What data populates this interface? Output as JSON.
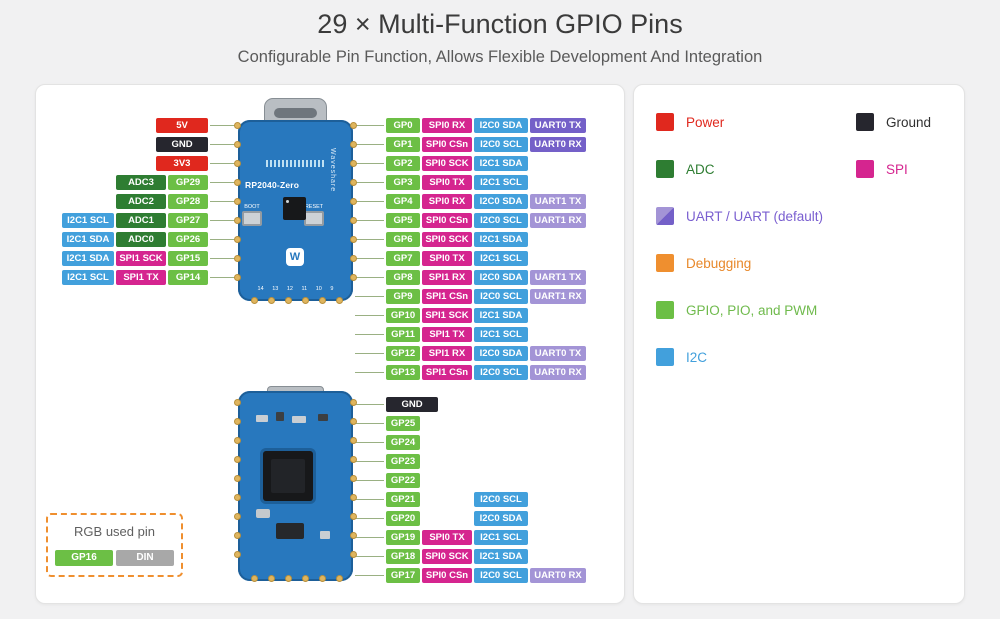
{
  "page": {
    "title": "29 × Multi-Function GPIO Pins",
    "subtitle": "Configurable Pin Function, Allows Flexible Development And Integration"
  },
  "colors": {
    "power": "#e0281e",
    "ground": "#26262e",
    "adc": "#2e7d32",
    "gpio": "#6cbf45",
    "spi": "#d5258f",
    "i2c": "#42a0dc",
    "uart": "#a394d6",
    "uartd": "#7460c8",
    "debug": "#ef8f2f",
    "gray": "#a8a8a8"
  },
  "board": {
    "model": "RP2040-Zero",
    "brand": "Waveshare",
    "boot": "BOOT",
    "reset": "RESET",
    "logo": "W",
    "bottom_numbers": "14 13 12 11 10 9"
  },
  "left_rows": [
    [
      [
        "5V",
        "power"
      ]
    ],
    [
      [
        "GND",
        "ground"
      ]
    ],
    [
      [
        "3V3",
        "power"
      ]
    ],
    [
      [
        "ADC3",
        "adc"
      ],
      [
        "GP29",
        "gpio"
      ]
    ],
    [
      [
        "ADC2",
        "adc"
      ],
      [
        "GP28",
        "gpio"
      ]
    ],
    [
      [
        "I2C1 SCL",
        "i2c"
      ],
      [
        "ADC1",
        "adc"
      ],
      [
        "GP27",
        "gpio"
      ]
    ],
    [
      [
        "I2C1 SDA",
        "i2c"
      ],
      [
        "ADC0",
        "adc"
      ],
      [
        "GP26",
        "gpio"
      ]
    ],
    [
      [
        "I2C1 SDA",
        "i2c"
      ],
      [
        "SPI1 SCK",
        "spi"
      ],
      [
        "GP15",
        "gpio"
      ]
    ],
    [
      [
        "I2C1 SCL",
        "i2c"
      ],
      [
        "SPI1 TX",
        "spi"
      ],
      [
        "GP14",
        "gpio"
      ]
    ]
  ],
  "right_rows_top": [
    [
      [
        "GP0",
        "gpio"
      ],
      [
        "SPI0 RX",
        "spi"
      ],
      [
        "I2C0 SDA",
        "i2c"
      ],
      [
        "UART0 TX",
        "uartd"
      ]
    ],
    [
      [
        "GP1",
        "gpio"
      ],
      [
        "SPI0 CSn",
        "spi"
      ],
      [
        "I2C0 SCL",
        "i2c"
      ],
      [
        "UART0 RX",
        "uartd"
      ]
    ],
    [
      [
        "GP2",
        "gpio"
      ],
      [
        "SPI0 SCK",
        "spi"
      ],
      [
        "I2C1 SDA",
        "i2c"
      ]
    ],
    [
      [
        "GP3",
        "gpio"
      ],
      [
        "SPI0 TX",
        "spi"
      ],
      [
        "I2C1 SCL",
        "i2c"
      ]
    ],
    [
      [
        "GP4",
        "gpio"
      ],
      [
        "SPI0 RX",
        "spi"
      ],
      [
        "I2C0 SDA",
        "i2c"
      ],
      [
        "UART1 TX",
        "uart"
      ]
    ],
    [
      [
        "GP5",
        "gpio"
      ],
      [
        "SPI0 CSn",
        "spi"
      ],
      [
        "I2C0 SCL",
        "i2c"
      ],
      [
        "UART1 RX",
        "uart"
      ]
    ],
    [
      [
        "GP6",
        "gpio"
      ],
      [
        "SPI0 SCK",
        "spi"
      ],
      [
        "I2C1 SDA",
        "i2c"
      ]
    ],
    [
      [
        "GP7",
        "gpio"
      ],
      [
        "SPI0 TX",
        "spi"
      ],
      [
        "I2C1 SCL",
        "i2c"
      ]
    ],
    [
      [
        "GP8",
        "gpio"
      ],
      [
        "SPI1 RX",
        "spi"
      ],
      [
        "I2C0 SDA",
        "i2c"
      ],
      [
        "UART1 TX",
        "uart"
      ]
    ],
    [
      [
        "GP9",
        "gpio"
      ],
      [
        "SPI1 CSn",
        "spi"
      ],
      [
        "I2C0 SCL",
        "i2c"
      ],
      [
        "UART1 RX",
        "uart"
      ]
    ],
    [
      [
        "GP10",
        "gpio"
      ],
      [
        "SPI1 SCK",
        "spi"
      ],
      [
        "I2C1 SDA",
        "i2c"
      ]
    ],
    [
      [
        "GP11",
        "gpio"
      ],
      [
        "SPI1 TX",
        "spi"
      ],
      [
        "I2C1 SCL",
        "i2c"
      ]
    ],
    [
      [
        "GP12",
        "gpio"
      ],
      [
        "SPI1 RX",
        "spi"
      ],
      [
        "I2C0 SDA",
        "i2c"
      ],
      [
        "UART0 TX",
        "uart"
      ]
    ],
    [
      [
        "GP13",
        "gpio"
      ],
      [
        "SPI1 CSn",
        "spi"
      ],
      [
        "I2C0 SCL",
        "i2c"
      ],
      [
        "UART0 RX",
        "uart"
      ]
    ]
  ],
  "right_rows_bottom": [
    [
      [
        "GND",
        "ground"
      ]
    ],
    [
      [
        "GP25",
        "gpio"
      ]
    ],
    [
      [
        "GP24",
        "gpio"
      ]
    ],
    [
      [
        "GP23",
        "gpio"
      ]
    ],
    [
      [
        "GP22",
        "gpio"
      ]
    ],
    [
      [
        "GP21",
        "gpio"
      ],
      [
        "I2C0 SCL",
        "i2c"
      ]
    ],
    [
      [
        "GP20",
        "gpio"
      ],
      [
        "I2C0 SDA",
        "i2c"
      ]
    ],
    [
      [
        "GP19",
        "gpio"
      ],
      [
        "SPI0 TX",
        "spi"
      ],
      [
        "I2C1 SCL",
        "i2c"
      ]
    ],
    [
      [
        "GP18",
        "gpio"
      ],
      [
        "SPI0 SCK",
        "spi"
      ],
      [
        "I2C1 SDA",
        "i2c"
      ]
    ],
    [
      [
        "GP17",
        "gpio"
      ],
      [
        "SPI0 CSn",
        "spi"
      ],
      [
        "I2C0 SCL",
        "i2c"
      ],
      [
        "UART0 RX",
        "uart"
      ]
    ]
  ],
  "rgb_box": {
    "title": "RGB used pin",
    "pins": [
      [
        "GP16",
        "gpio"
      ],
      [
        "DIN",
        "gray"
      ]
    ]
  },
  "legend": [
    {
      "label": "Power",
      "type": "power",
      "text_color": "#e0281e"
    },
    {
      "label": "Ground",
      "type": "ground",
      "text_color": "#303030"
    },
    {
      "label": "ADC",
      "type": "adc",
      "text_color": "#2e7d32"
    },
    {
      "label": "SPI",
      "type": "spi",
      "text_color": "#d5258f"
    },
    {
      "label": "UART / UART (default)",
      "type": "uart_split",
      "text_color": "#7a5fd0"
    },
    {
      "label": "Debugging",
      "type": "debug",
      "text_color": "#e8882a"
    },
    {
      "label": "GPIO, PIO, and PWM",
      "type": "gpio",
      "text_color": "#6fba4c"
    },
    {
      "label": "I2C",
      "type": "i2c",
      "text_color": "#42a0dc"
    }
  ]
}
